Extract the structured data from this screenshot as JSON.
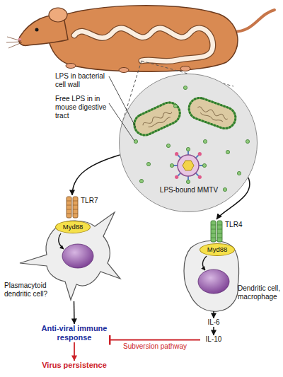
{
  "diagram": {
    "nodes": [
      {
        "text": [
          "LPS-bound MMTV"
        ]
      },
      {
        "text": [
          "Plasmacytoid dendritic cell?"
        ]
      },
      {
        "text": [
          "TLR7"
        ],
        "in": 1
      },
      {
        "text": [
          "Myd88"
        ],
        "in": 1
      },
      {
        "text": [
          "Dendritic cell, macrophage"
        ]
      },
      {
        "text": [
          "TLR4"
        ],
        "in": 4
      },
      {
        "text": [
          "Myd88"
        ],
        "in": 4
      },
      {
        "text": [
          "Anti-viral immune response"
        ]
      },
      {
        "text": [
          "Virus persistence"
        ]
      },
      {
        "text": [
          "IL-6"
        ]
      },
      {
        "text": [
          "IL-10"
        ]
      }
    ],
    "edges": [
      {
        "from": 0,
        "to": 1,
        "arrow": "to"
      },
      {
        "from": 0,
        "to": 4,
        "arrow": "to"
      },
      {
        "from": 1,
        "to": 7,
        "arrow": "to"
      },
      {
        "from": 7,
        "to": 8,
        "arrow": "to"
      },
      {
        "from": 4,
        "to": 9,
        "arrow": "to"
      },
      {
        "from": 9,
        "to": 10,
        "arrow": "to"
      },
      {
        "from": 10,
        "to": 7,
        "label": "Subversion pathway",
        "arrow": "to"
      }
    ],
    "labels": [
      "LPS in bacterial cell wall",
      "Free LPS in in mouse digestive tract"
    ]
  }
}
